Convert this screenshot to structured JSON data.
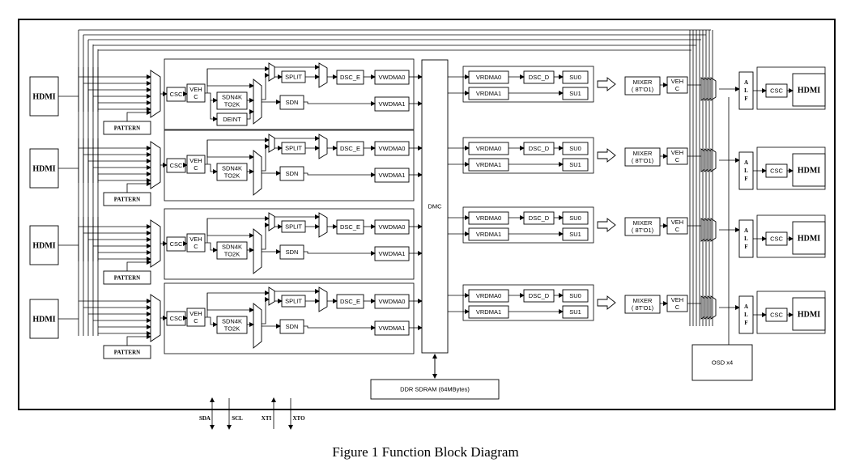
{
  "caption": "Figure 1 Function Block Diagram",
  "labels": {
    "hdmi": "HDMI",
    "pattern": "PATTERN",
    "csc": "CSC",
    "vehc_l1": "VEH",
    "vehc_l2": "C",
    "sdn4k_l1": "SDN4K",
    "sdn4k_l2": "TO2K",
    "deint": "DEINT",
    "split": "SPLIT",
    "sdn": "SDN",
    "dsc_e": "DSC_E",
    "vwdma0": "VWDMA0",
    "vwdma1": "VWDMA1",
    "dmc": "DMC",
    "vrdma0": "VRDMA0",
    "vrdma1": "VRDMA1",
    "dsc_d": "DSC_D",
    "su0": "SU0",
    "su1": "SU1",
    "mixer_l1": "MIXER",
    "mixer_l2": "( 8T'O1)",
    "alf": [
      "A",
      "L",
      "F"
    ],
    "osd": "OSD x4",
    "ddr": "DDR SDRAM (64MBytes)",
    "pins": [
      "SDA",
      "SCL",
      "XTI",
      "XTO"
    ]
  }
}
